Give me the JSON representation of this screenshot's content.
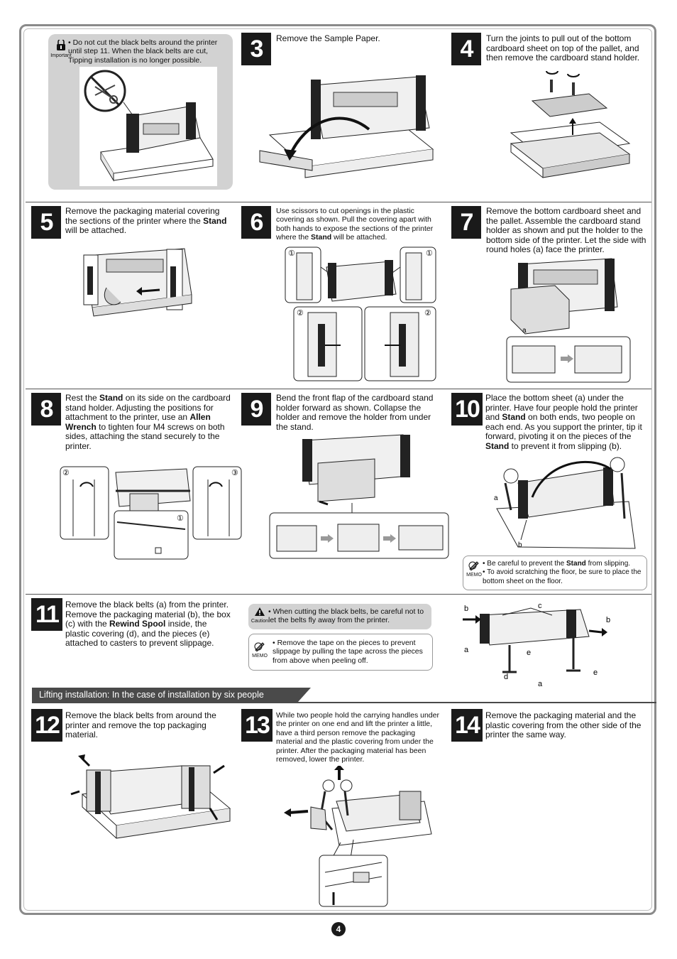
{
  "page_number": "4",
  "important": {
    "icon_label": "Important",
    "text": "• Do not cut the black belts around the printer until step 11. When the black belts are cut, Tipping installation is no longer possible."
  },
  "steps": [
    {
      "number": "3",
      "text_html": "Remove the Sample Paper."
    },
    {
      "number": "4",
      "text_html": "Turn the joints to pull out of the bottom cardboard sheet on top of the pallet, and then remove the cardboard stand holder."
    },
    {
      "number": "5",
      "text_html": "Remove the packaging material covering the sections of the printer where the <b>Stand</b> will be attached."
    },
    {
      "number": "6",
      "text_html": "Use scissors to cut openings in the plastic covering as shown. Pull the covering apart with both hands to expose the sections of the printer where the <b>Stand</b> will be attached."
    },
    {
      "number": "7",
      "text_html": "Remove the bottom cardboard sheet and the pallet. Assemble the cardboard stand holder as shown and put the holder to the bottom side of the printer. Let the side with round holes (a) face the printer."
    },
    {
      "number": "8",
      "text_html": "Rest the <b>Stand</b> on its side on the cardboard stand holder. Adjusting the positions for attachment to the printer, use an <b>Allen Wrench</b> to tighten four M4 screws on both sides, attaching the stand securely to the printer."
    },
    {
      "number": "9",
      "text_html": "Bend the front flap of the cardboard stand holder forward as shown. Collapse the holder and remove the holder from under the stand."
    },
    {
      "number": "10",
      "text_html": "Place the bottom sheet (a) under the printer. Have four people hold the printer and <b>Stand</b> on both ends, two people on each end. As you support the printer, tip it forward, pivoting it on the pieces of the <b>Stand</b> to prevent it from slipping (b)."
    },
    {
      "number": "11",
      "text_html": "Remove the black belts (a) from the printer.<br>Remove the packaging material (b), the box (c) with the <b>Rewind Spool</b> inside, the plastic covering (d), and the pieces (e) attached to casters to prevent slippage."
    },
    {
      "number": "12",
      "text_html": "Remove the black belts from around the printer and remove the top packaging material."
    },
    {
      "number": "13",
      "text_html": "While two people hold the carrying handles under the printer on one end and lift the printer a little, have a third person remove the packaging material and the plastic covering from under the printer. After the packaging material has been removed, lower the printer."
    },
    {
      "number": "14",
      "text_html": "Remove the packaging material and the plastic covering from the other side of the printer the same way."
    }
  ],
  "memo10": {
    "icon_label": "MEMO",
    "text_html": "• Be careful to prevent the <b>Stand</b> from slipping.<br>• To avoid scratching the floor, be sure to place the bottom sheet on the floor."
  },
  "caution11": {
    "icon_label": "Caution",
    "text": "• When cutting the black belts, be careful not to let the belts fly away from the printer."
  },
  "memo11": {
    "icon_label": "MEMO",
    "text": "• Remove the tape on the pieces to prevent slippage by pulling the tape across the pieces from above when peeling off."
  },
  "section_title": "Lifting installation: In the case of installation by six people",
  "labels": {
    "a": "a",
    "b": "b",
    "c": "c",
    "d": "d",
    "e": "e",
    "circ1": "①",
    "circ2": "②",
    "circ3": "③"
  },
  "colors": {
    "box_dark": "#1a1a1a",
    "note_gray": "#d2d2d2",
    "frame": "#8a8a8a"
  }
}
